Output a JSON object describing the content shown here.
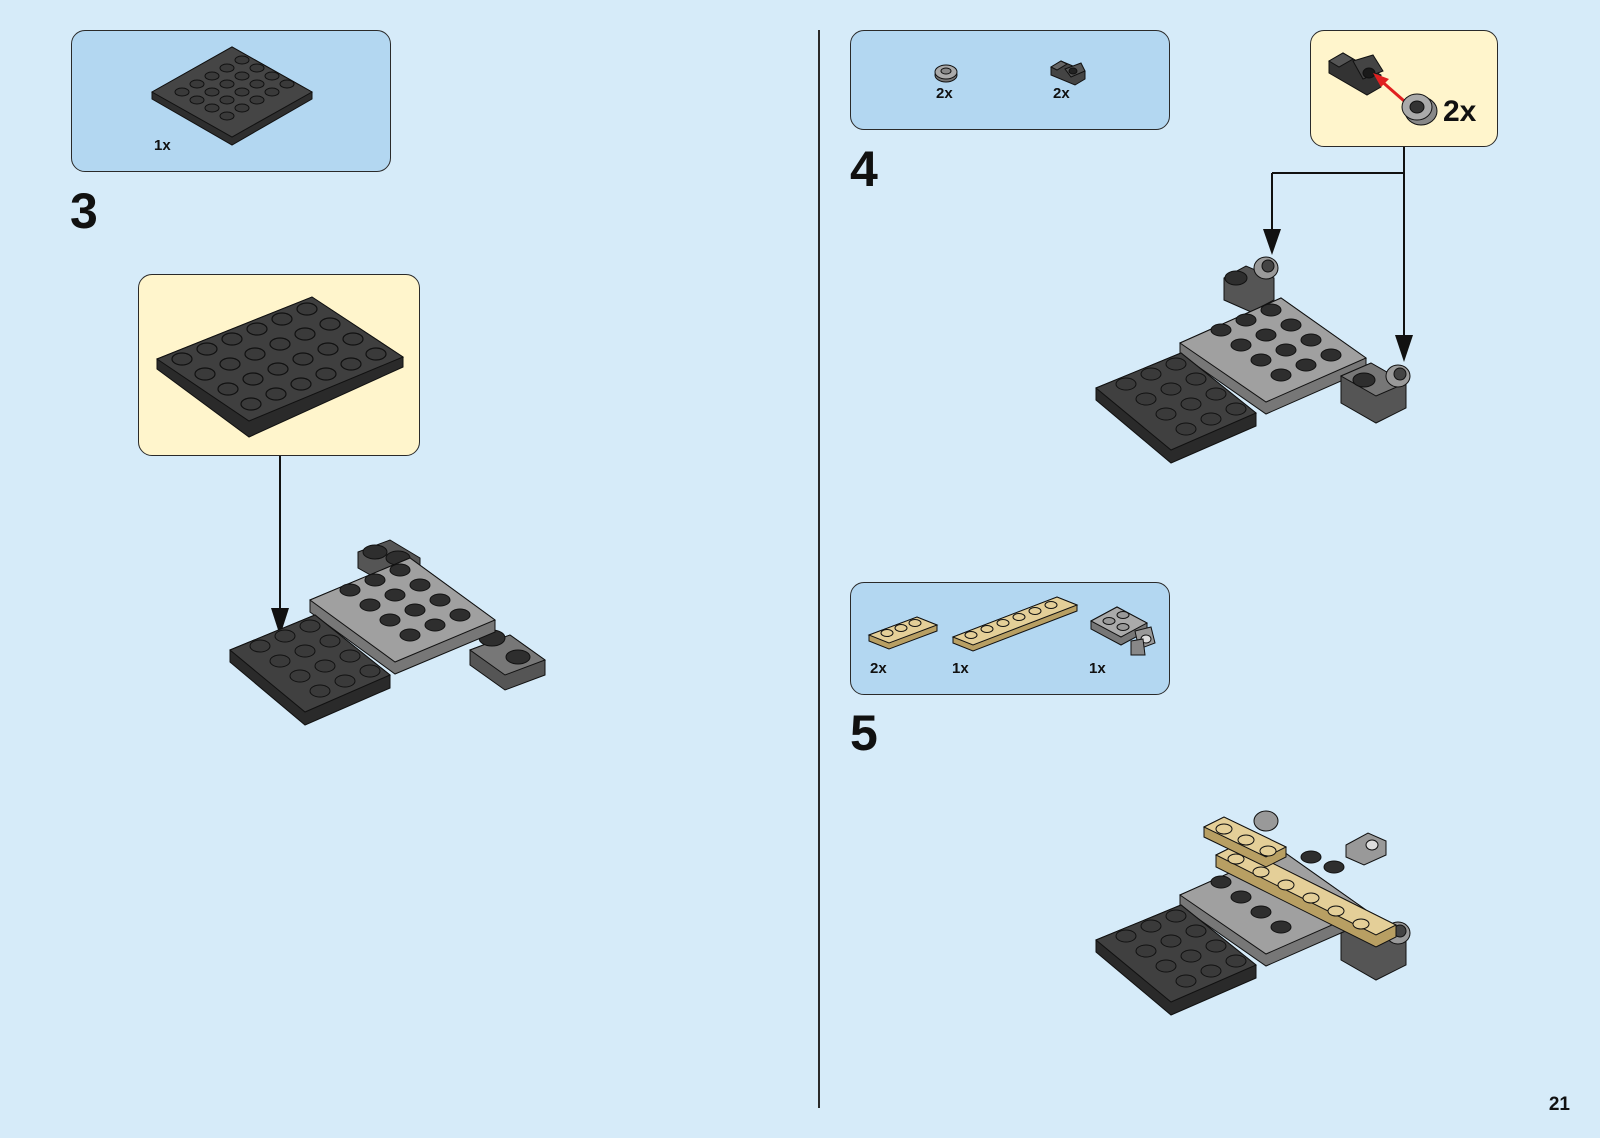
{
  "steps": [
    {
      "number": "3",
      "parts": [
        {
          "qty": "1x",
          "part": "black-plate-4x6-icon"
        }
      ],
      "callout": {
        "part": "black-plate-4x6-icon"
      }
    },
    {
      "number": "4",
      "parts": [
        {
          "qty": "2x",
          "part": "gray-round-tile-icon"
        },
        {
          "qty": "2x",
          "part": "dark-gray-bracket-icon"
        }
      ],
      "callout": {
        "qty": "2x",
        "part": "bracket-with-round-tile-icon"
      }
    },
    {
      "number": "5",
      "parts": [
        {
          "qty": "2x",
          "part": "tan-plate-1x3-icon"
        },
        {
          "qty": "1x",
          "part": "tan-plate-1x6-icon"
        },
        {
          "qty": "1x",
          "part": "gray-hinge-plate-icon"
        }
      ]
    }
  ],
  "page_number": "21",
  "colors": {
    "page_bg": "#d6ebf9",
    "parts_box_bg": "#b3d7f1",
    "callout_bg": "#fff5cc",
    "black_brick": "#3a3a3a",
    "gray_brick": "#9a9a9a",
    "tan_brick": "#e4cf98",
    "arrow_red": "#e02020"
  }
}
